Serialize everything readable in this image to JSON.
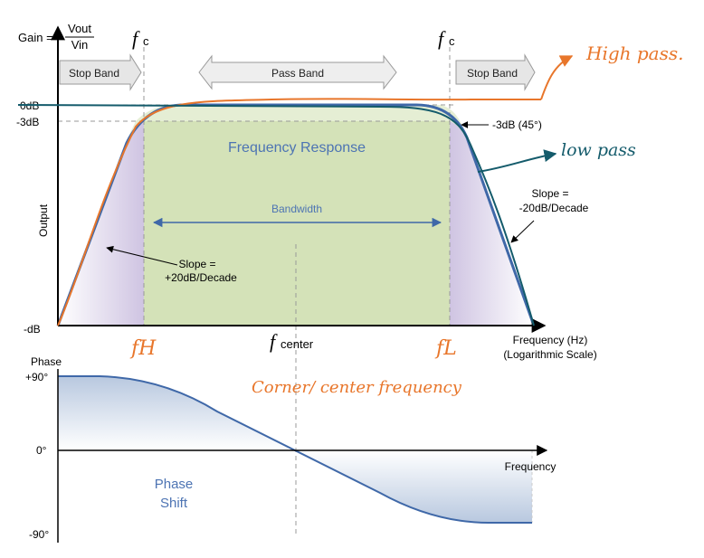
{
  "header": {
    "gain_label": "Gain =",
    "gain_num": "Vout",
    "gain_den": "Vin",
    "fc_letter": "f",
    "fc_sub": "c"
  },
  "bands": {
    "stop_left": "Stop Band",
    "pass": "Pass Band",
    "stop_right": "Stop Band"
  },
  "magnitude_plot": {
    "y_axis_title": "Output",
    "tick_0db": "0dB",
    "tick_3db": "-3dB",
    "tick_neg": "-dB",
    "title": "Frequency Response",
    "bandwidth_label": "Bandwidth",
    "point_3db_label": "-3dB (45°)",
    "slope_left_line1": "Slope =",
    "slope_left_line2": "+20dB/Decade",
    "slope_right_line1": "Slope =",
    "slope_right_line2": "-20dB/Decade",
    "x_axis_title_line1": "Frequency (Hz)",
    "x_axis_title_line2": "(Logarithmic Scale)",
    "f_center_letter": "f",
    "f_center_sub": "center"
  },
  "phase_plot": {
    "y_axis_title": "Phase",
    "tick_plus90": "+90°",
    "tick_0": "0°",
    "tick_minus90": "-90°",
    "x_axis_title": "Frequency",
    "shift_line1": "Phase",
    "shift_line2": "Shift"
  },
  "annotations": {
    "high_pass": "High pass.",
    "low_pass": "low pass",
    "fh": "fH",
    "fl": "fL",
    "corner_center": "Corner/ center frequency"
  },
  "colors": {
    "accent_blue": "#3f68a8",
    "text_blue": "#4d74b3",
    "pass_band_fill": "#d4e2b8",
    "stop_band_fill": "#ddd6ea",
    "annotation_orange": "#e8762b",
    "annotation_teal": "#145b6b",
    "axis": "#000000"
  }
}
